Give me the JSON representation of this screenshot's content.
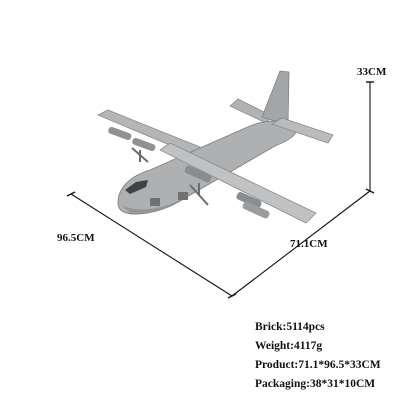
{
  "dimensions": {
    "height": "33CM",
    "length": "96.5CM",
    "width": "71.1CM"
  },
  "specs": [
    {
      "label": "Brick:",
      "value": "5114pcs"
    },
    {
      "label": "Weight:",
      "value": "4117g"
    },
    {
      "label": "Product:",
      "value": "71.1*96.5*33CM"
    },
    {
      "label": "Packaging:",
      "value": "38*31*10CM"
    }
  ],
  "colors": {
    "background": "#ffffff",
    "aircraft_body": "#a9abad",
    "aircraft_shadow": "#7e8184",
    "dimension_lines": "#111111"
  }
}
